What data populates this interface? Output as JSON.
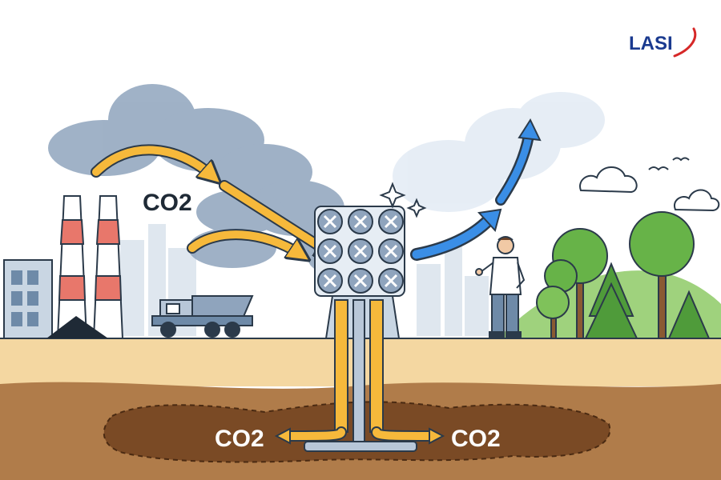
{
  "logo": {
    "text": "LASI",
    "primary_color": "#1a3a8f",
    "accent_color": "#d62828"
  },
  "labels": {
    "co2_air": "CO2",
    "co2_left": "CO2",
    "co2_right": "CO2"
  },
  "colors": {
    "sky": "#f3f6fa",
    "ground_top": "#f4d7a1",
    "soil": "#b07c4a",
    "storage": "#7a4a25",
    "smoke": "#8fa4bd",
    "arrow_yellow": "#f6b93b",
    "arrow_blue": "#3a8ee6",
    "outline": "#2b3a4a",
    "tree_green": "#67b348"
  },
  "icons": [
    "factory-icon",
    "chimney-icon",
    "coal-pile-icon",
    "dump-truck-icon",
    "direct-air-capture-unit-icon",
    "fan-icon",
    "person-icon",
    "tree-icon",
    "cloud-icon",
    "bird-icon",
    "sparkle-icon",
    "pipe-icon"
  ]
}
